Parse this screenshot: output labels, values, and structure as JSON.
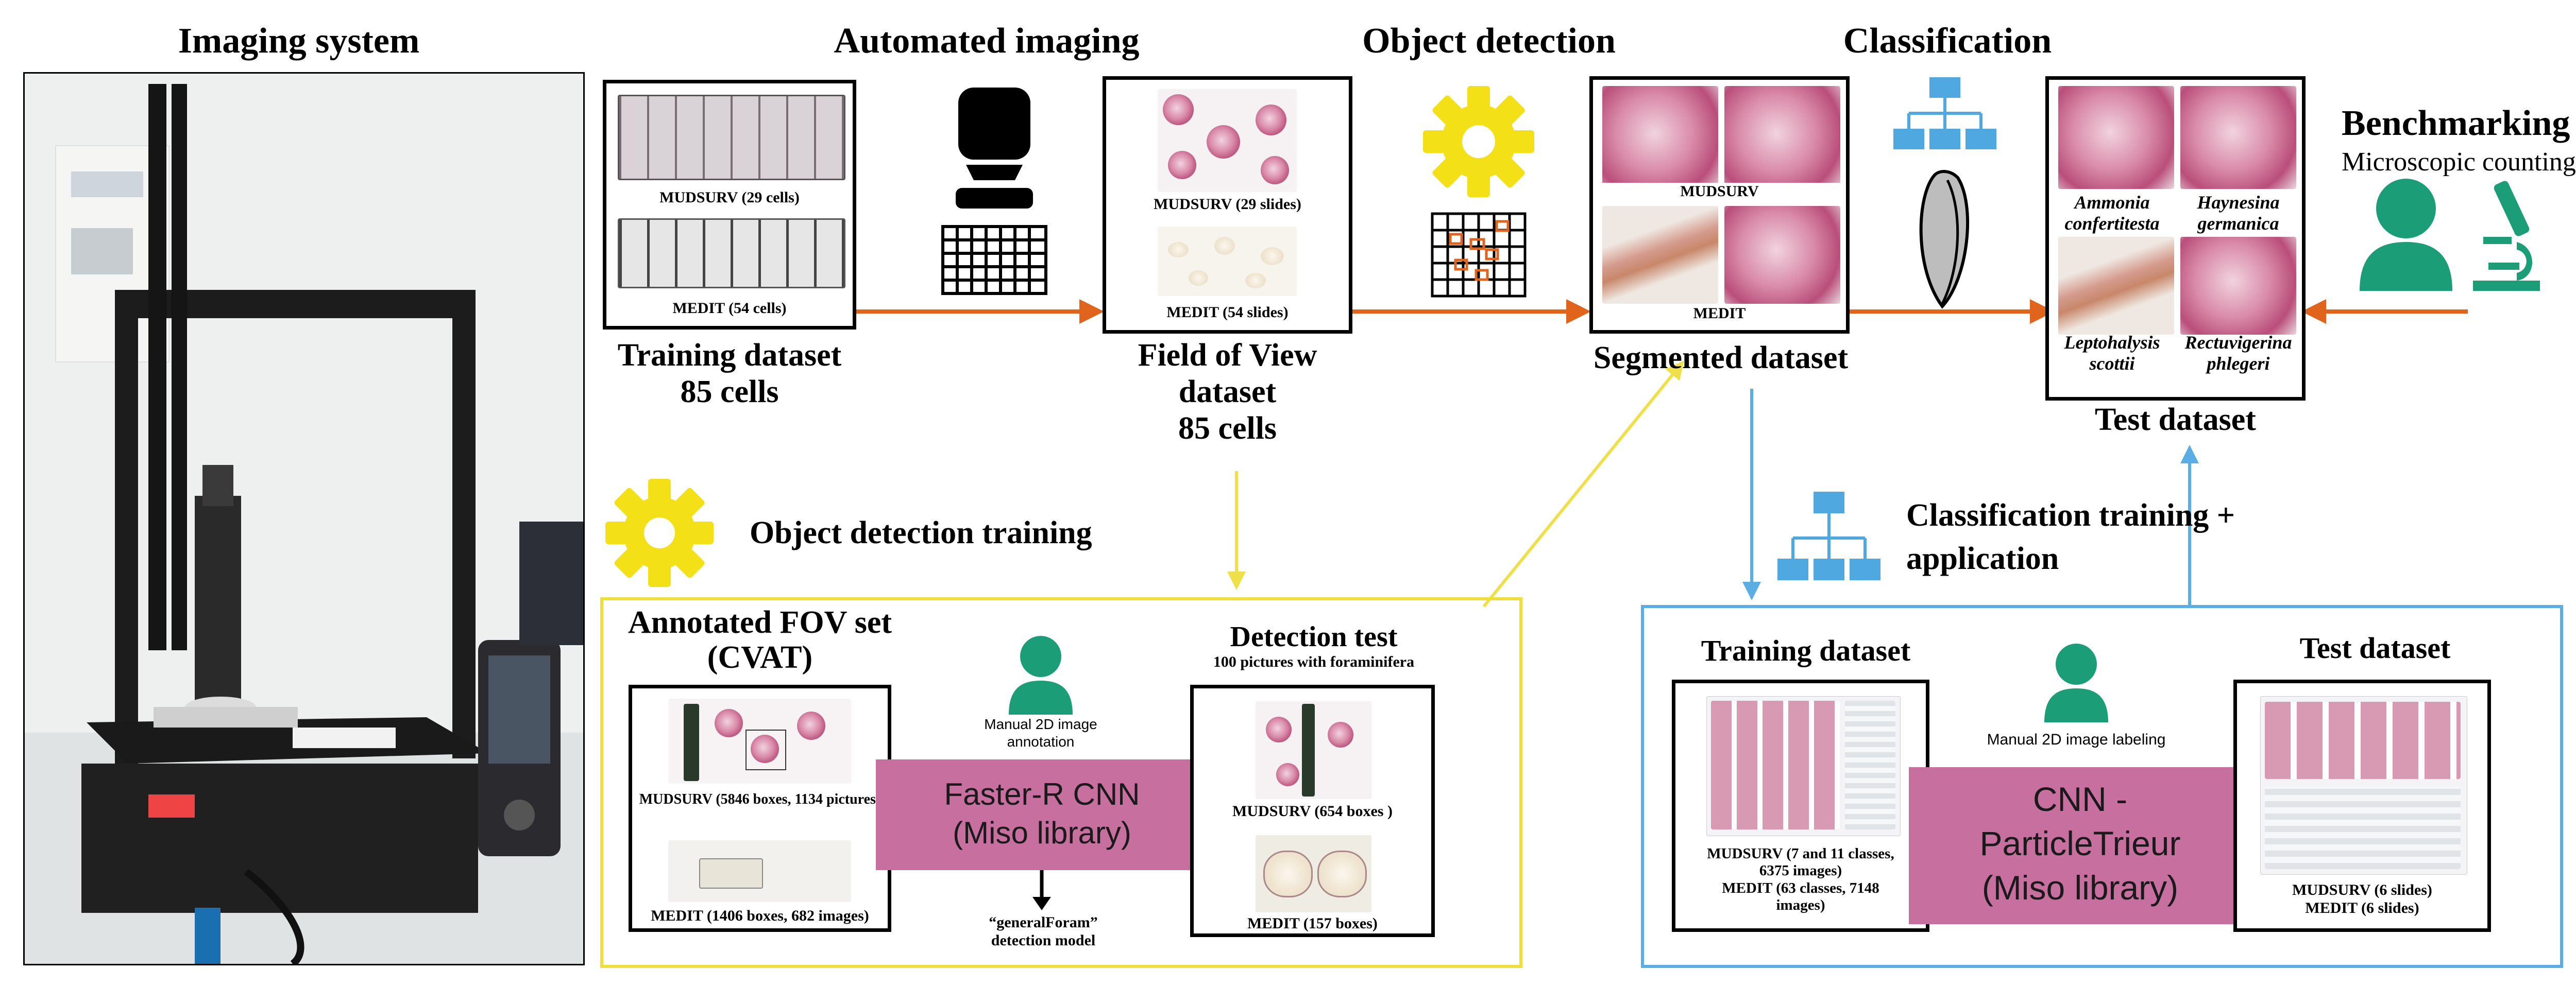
{
  "colors": {
    "arrow_orange": "#e0641c",
    "arrow_yellow": "#efe04a",
    "arrow_blue": "#5aaee3",
    "gear_yellow": "#f4e017",
    "person_green": "#1b9e77",
    "hierarchy_blue": "#4fa9e0",
    "model_purple": "#c76f9f"
  },
  "imaging_system": {
    "title": "Imaging system",
    "photo_icon": "3d-printer-microscope-photo"
  },
  "automated_imaging": {
    "title": "Automated imaging",
    "icon": "camera-grid-icon"
  },
  "object_detection": {
    "title": "Object detection",
    "icon": "gear-icon"
  },
  "classification": {
    "title": "Classification",
    "icon": "hierarchy-icon"
  },
  "benchmarking": {
    "title": "Benchmarking",
    "subtitle": "Microscopic counting",
    "icons": [
      "person-icon",
      "microscope-icon"
    ]
  },
  "training_dataset": {
    "mudsurv_label": "MUDSURV (29 cells)",
    "medit_label": "MEDIT (54 cells)",
    "caption_line1": "Training dataset",
    "caption_line2": "85 cells"
  },
  "fov_dataset": {
    "mudsurv_label": "MUDSURV (29 slides)",
    "medit_label": "MEDIT (54 slides)",
    "caption_line1": "Field of View",
    "caption_line2": "dataset",
    "caption_line3": "85 cells"
  },
  "segmented_dataset": {
    "mudsurv_label": "MUDSURV",
    "medit_label": "MEDIT",
    "caption": "Segmented dataset"
  },
  "test_dataset_top": {
    "species": [
      {
        "line1": "Ammonia",
        "line2": "confertitesta"
      },
      {
        "line1": "Haynesina",
        "line2": "germanica"
      },
      {
        "line1": "Leptohalysis",
        "line2": "scottii"
      },
      {
        "line1": "Rectuvigerina",
        "line2": "phlegeri"
      }
    ],
    "caption": "Test dataset"
  },
  "od_training": {
    "title": "Object detection training",
    "annotated": {
      "title_line1": "Annotated FOV set",
      "title_line2": "(CVAT)",
      "mudsurv_label": "MUDSURV (5846 boxes, 1134 pictures)",
      "medit_label": "MEDIT (1406 boxes, 682 images)"
    },
    "annotation_note_line1": "Manual 2D image",
    "annotation_note_line2": "annotation",
    "model_line1": "Faster-R CNN",
    "model_line2": "(Miso library)",
    "output_line1": "“generalForam”",
    "output_line2": "detection model",
    "detection_test": {
      "title": "Detection test",
      "subtitle": "100 pictures with foraminifera",
      "mudsurv_label": "MUDSURV (654 boxes )",
      "medit_label": "MEDIT (157 boxes)"
    }
  },
  "classification_training": {
    "title_line1": "Classification training +",
    "title_line2": "application",
    "training": {
      "title": "Training dataset",
      "label_line1": "MUDSURV (7 and 11 classes,",
      "label_line2": "6375 images)",
      "label_line3": "MEDIT (63 classes, 7148",
      "label_line4": "images)"
    },
    "labeling_note": "Manual 2D image labeling",
    "model_line1": "CNN -",
    "model_line2": "ParticleTrieur",
    "model_line3": "(Miso library)",
    "test": {
      "title": "Test dataset",
      "label_line1": "MUDSURV (6 slides)",
      "label_line2": "MEDIT (6 slides)"
    }
  }
}
